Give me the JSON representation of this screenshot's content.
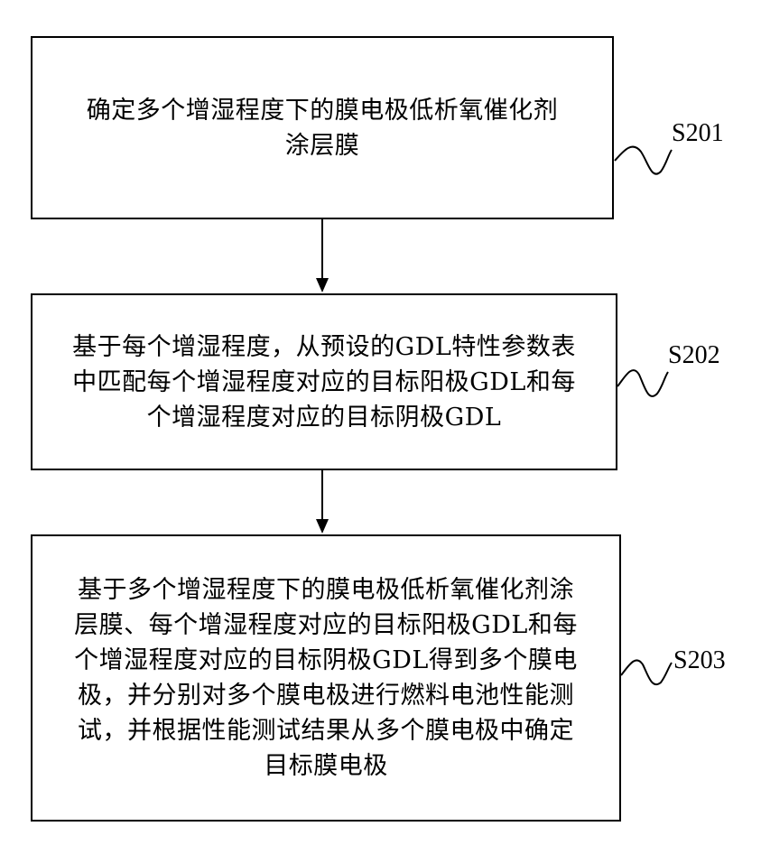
{
  "steps": [
    {
      "id": "S201",
      "lines": [
        "确定多个增湿程度下的膜电极低析氧催化剂",
        "涂层膜"
      ]
    },
    {
      "id": "S202",
      "lines": [
        "基于每个增湿程度，从预设的GDL特性参数表",
        "中匹配每个增湿程度对应的目标阳极GDL和每",
        "个增湿程度对应的目标阴极GDL"
      ]
    },
    {
      "id": "S203",
      "lines": [
        "基于多个增湿程度下的膜电极低析氧催化剂涂",
        "层膜、每个增湿程度对应的目标阳极GDL和每",
        "个增湿程度对应的目标阴极GDL得到多个膜电",
        "极，并分别对多个膜电极进行燃料电池性能测",
        "试，并根据性能测试结果从多个膜电极中确定",
        "目标膜电极"
      ]
    }
  ]
}
